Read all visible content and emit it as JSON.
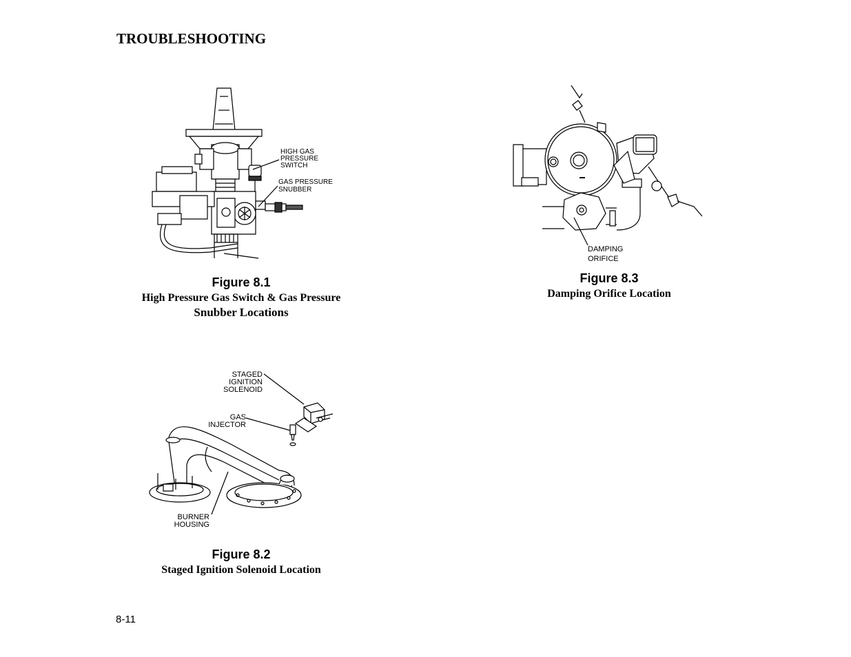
{
  "page": {
    "heading": "TROUBLESHOOTING",
    "page_number": "8-11"
  },
  "figure1": {
    "title": "Figure 8.1",
    "caption_line1": "High Pressure Gas Switch & Gas Pressure",
    "caption_line2": "Snubber Locations",
    "labels": {
      "switch": [
        "HIGH GAS",
        "PRESSURE",
        "SWITCH"
      ],
      "snubber": [
        "GAS PRESSURE",
        "SNUBBER"
      ]
    }
  },
  "figure2": {
    "title": "Figure 8.2",
    "caption": "Staged Ignition Solenoid Location",
    "labels": {
      "solenoid": [
        "STAGED",
        "IGNITION",
        "SOLENOID"
      ],
      "injector": [
        "GAS",
        "INJECTOR"
      ],
      "housing": [
        "BURNER",
        "HOUSING"
      ]
    }
  },
  "figure3": {
    "title": "Figure 8.3",
    "caption": "Damping Orifice Location",
    "labels": {
      "orifice": [
        "DAMPING",
        "ORIFICE"
      ]
    }
  }
}
